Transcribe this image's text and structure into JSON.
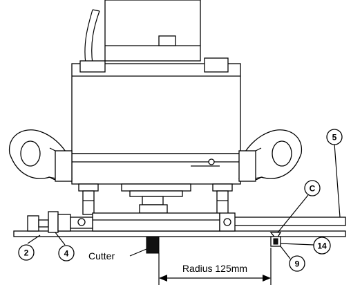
{
  "callouts": {
    "c2": "2",
    "c4": "4",
    "c5": "5",
    "cC": "C",
    "c14": "14",
    "c9": "9"
  },
  "labels": {
    "cutter": "Cutter",
    "radius": "Radius 125mm"
  }
}
